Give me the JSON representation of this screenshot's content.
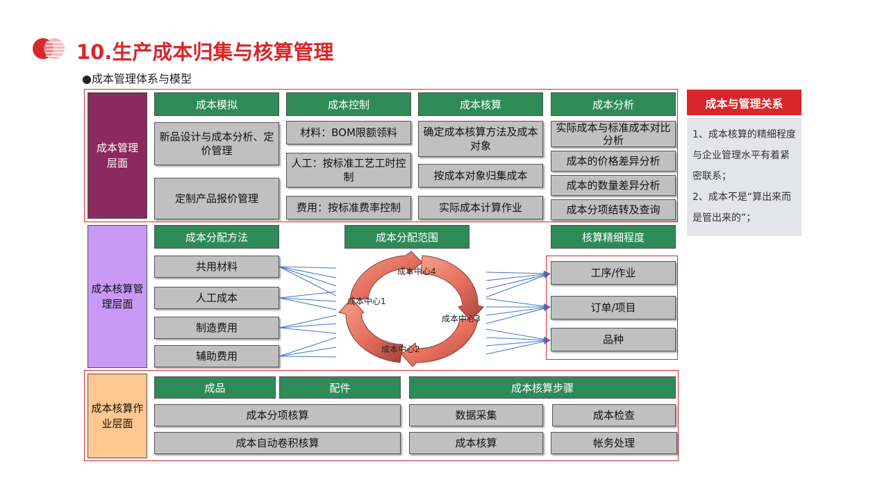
{
  "header": {
    "title": "10.生产成本归集与核算管理",
    "subtitle": "●成本管理体系与模型"
  },
  "colors": {
    "accent": "#d9262b",
    "green": "#2e8b57",
    "gray": "#c0c0c0",
    "management": "#8b2a5f",
    "accounting": "#c99af5",
    "operation": "#ffc890"
  },
  "management_layer": {
    "label": "成本管理层面",
    "simulate": {
      "title": "成本模拟",
      "items": [
        "新品设计与成本分析、定价管理",
        "定制产品报价管理"
      ]
    },
    "control": {
      "title": "成本控制",
      "items": [
        "材料：BOM限额领料",
        "人工：按标准工艺工时控制",
        "费用：按标准费率控制"
      ]
    },
    "accounting": {
      "title": "成本核算",
      "items": [
        "确定成本核算方法及成本对象",
        "按成本对象归集成本",
        "实际成本计算作业"
      ]
    },
    "analysis": {
      "title": "成本分析",
      "items": [
        "实际成本与标准成本对比分析",
        "成本的价格差异分析",
        "成本的数量差异分析",
        "成本分项结转及查询"
      ]
    }
  },
  "accounting_layer": {
    "label": "成本核算管理层面",
    "method": {
      "title": "成本分配方法",
      "items": [
        "共用材料",
        "人工成本",
        "制造费用",
        "辅助费用"
      ]
    },
    "scope": {
      "title": "成本分配范围",
      "centers": [
        "成本中心4",
        "成本中心1",
        "成本中心3",
        "成本中心2"
      ]
    },
    "granularity": {
      "title": "核算精细程度",
      "items": [
        "工序/作业",
        "订单/项目",
        "品种"
      ]
    }
  },
  "operation_layer": {
    "label": "成本核算作业层面",
    "product": "成品",
    "part": "配件",
    "steps_title": "成本核算步骤",
    "left_items": [
      "成本分项核算",
      "成本自动卷积核算"
    ],
    "steps": [
      "数据采集",
      "成本检查",
      "成本核算",
      "帐务处理"
    ]
  },
  "relation": {
    "title": "成本与管理关系",
    "points": [
      "1、成本核算的精细程度与企业管理水平有着紧密联系；",
      "2、成本不是“算出来而是管出来的”；"
    ]
  }
}
